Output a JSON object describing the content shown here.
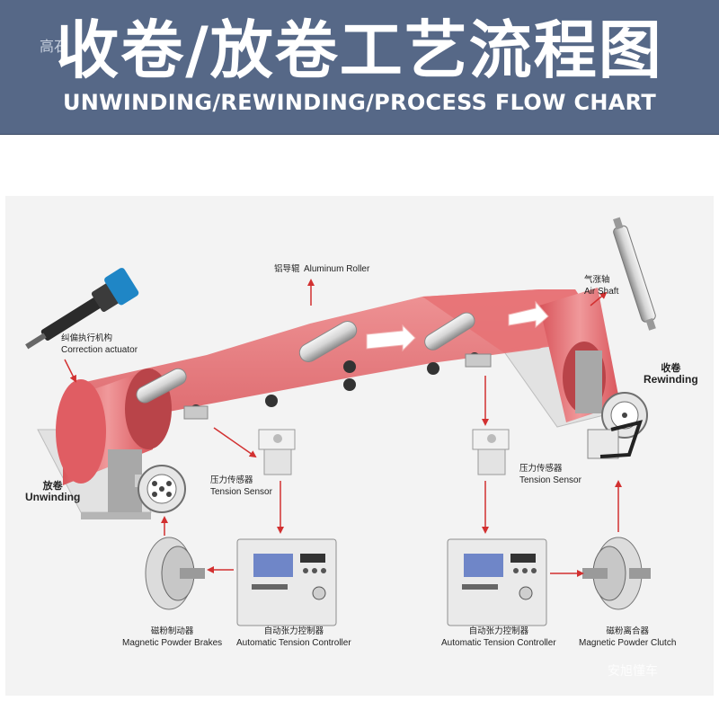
{
  "header": {
    "title_cn": "收卷/放卷工艺流程图",
    "title_en": "UNWINDING/REWINDING/PROCESS FLOW CHART",
    "watermark_left": "高石"
  },
  "labels": {
    "correction_actuator": {
      "cn": "纠偏执行机构",
      "en": "Correction actuator"
    },
    "aluminum_roller": {
      "cn": "铝导辊",
      "en": "Aluminum Roller"
    },
    "air_shaft": {
      "cn": "气涨轴",
      "en": "Air Shaft"
    },
    "rewinding": {
      "cn": "收卷",
      "en": "Rewinding"
    },
    "unwinding": {
      "cn": "放卷",
      "en": "Unwinding"
    },
    "tension_sensor_left": {
      "cn": "压力传感器",
      "en": "Tension Sensor"
    },
    "tension_sensor_right": {
      "cn": "压力传感器",
      "en": "Tension Sensor"
    },
    "powder_brakes": {
      "cn": "磁粉制动器",
      "en": "Magnetic Powder Brakes"
    },
    "controller_left": {
      "cn": "自动张力控制器",
      "en": "Automatic Tension Controller"
    },
    "controller_right": {
      "cn": "自动张力控制器",
      "en": "Automatic Tension Controller"
    },
    "powder_clutch": {
      "cn": "磁粉离合器",
      "en": "Magnetic Powder Clutch"
    }
  },
  "watermark_br": "安旭懂车",
  "colors": {
    "header_bg": "#566887",
    "web": "#e36a6e",
    "arrow": "#d23030",
    "panel_bg": "#f3f3f3"
  }
}
